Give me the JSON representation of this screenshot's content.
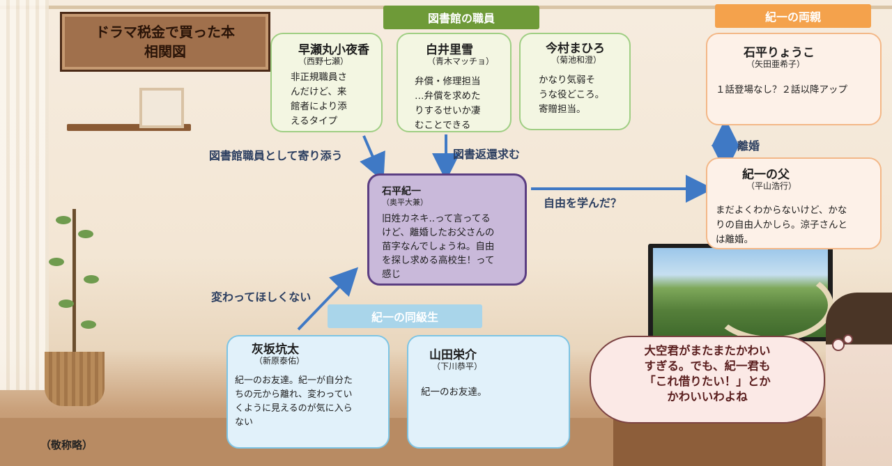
{
  "title": {
    "line1": "ドラマ税金で買った本",
    "line2": "相関図"
  },
  "headers": {
    "staff": "図書館の職員",
    "parents": "紀一の両親",
    "classmates": "紀一の同級生"
  },
  "cards": {
    "hayase": {
      "name": "早瀬丸小夜香",
      "actor": "（西野七瀬）",
      "desc": [
        "非正規職員さ",
        "んだけど、来",
        "館者により添",
        "えるタイプ"
      ]
    },
    "shirai": {
      "name": "白井里雪",
      "actor": "（青木マッチョ）",
      "desc": [
        "弁償・修理担当",
        "…弁償を求めた",
        "りするせいか凄",
        "むことできる"
      ]
    },
    "imamura": {
      "name": "今村まひろ",
      "actor": "（菊池和澄）",
      "desc": [
        "かなり気弱そ",
        "うな役どころ。",
        "寄贈担当。"
      ]
    },
    "ryoko": {
      "name": "石平りょうこ",
      "actor": "（矢田亜希子）",
      "desc": [
        "１話登場なし？２話以降アップ"
      ]
    },
    "father": {
      "name": "紀一の父",
      "actor": "（平山浩行）",
      "desc": [
        "まだよくわからないけど、かな",
        "りの自由人かしら。涼子さんと",
        "は離婚。"
      ]
    },
    "kiichi": {
      "name": "石平紀一",
      "actor": "（奥平大兼）",
      "desc": [
        "旧姓カネキ..って言ってる",
        "けど、離婚したお父さんの",
        "苗字なんでしょうね。自由",
        "を探し求める高校生！って",
        "感じ"
      ]
    },
    "haisaka": {
      "name": "灰坂坑太",
      "actor": "（新原泰佑）",
      "desc": [
        "紀一のお友達。紀一が自分た",
        "ちの元から離れ、変わってい",
        "くように見えるのが気に入ら",
        "ない"
      ]
    },
    "yamada": {
      "name": "山田栄介",
      "actor": "（下川恭平）",
      "desc": [
        "紀一のお友達。"
      ]
    }
  },
  "relations": {
    "hayase_to_kiichi": "図書館職員として寄り添う",
    "shirai_to_kiichi": "図書返還求む",
    "kiichi_to_father": "自由を学んだ？",
    "parents": "離婚",
    "haisaka_to_kiichi": "変わってほしくない"
  },
  "bubble": [
    "大空君がまたまたかわい",
    "すぎる。でも、紀一君も",
    "「これ借りたい！」とか",
    "かわいいわよね"
  ],
  "note": "（敬称略）",
  "colors": {
    "staff": "#6e9a38",
    "parents": "#f4a24c",
    "classmates": "#a9d5ea",
    "arrow": "#3f79c5"
  }
}
